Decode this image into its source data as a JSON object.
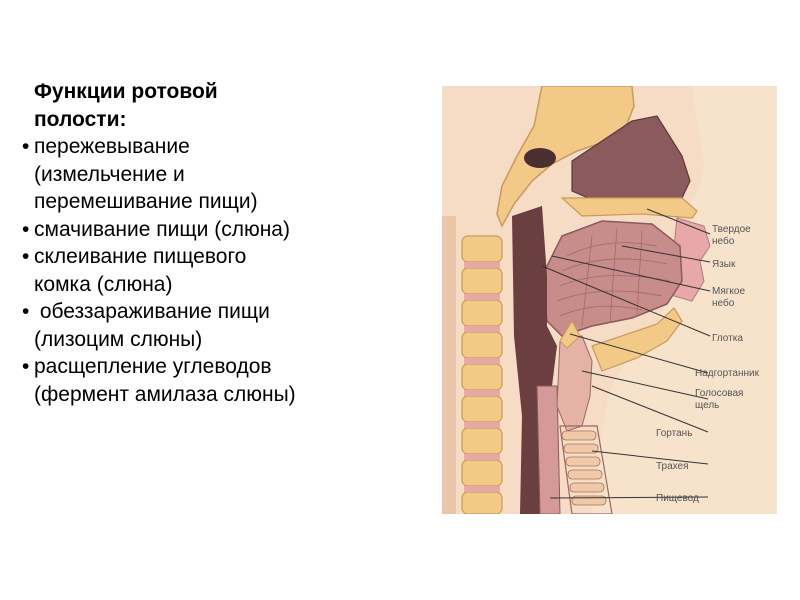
{
  "heading": [
    "Функции ротовой",
    "полости:"
  ],
  "bullets": [
    {
      "lines": [
        "пережевывание",
        "(измельчение и",
        "перемешивание пищи)"
      ]
    },
    {
      "lines": [
        "смачивание пищи (слюна)"
      ]
    },
    {
      "lines": [
        "склеивание пищевого",
        "комка (слюна)"
      ]
    },
    {
      "lines": [
        " обеззараживание пищи",
        "(лизоцим слюны)"
      ]
    },
    {
      "lines": [
        "расщепление углеводов",
        "(фермент амилаза слюны)"
      ]
    }
  ],
  "bullet_symbol": "•",
  "diagram_labels": {
    "hard_palate": [
      "Твердое",
      "небо"
    ],
    "tongue": "Язык",
    "soft_palate": [
      "Мягкое",
      "небо"
    ],
    "pharynx": "Глотка",
    "epiglottis": "Надгортанник",
    "glottis": [
      "Голосовая",
      "щель"
    ],
    "larynx": "Гортань",
    "trachea": "Трахея",
    "esophagus": "Пищевод"
  },
  "colors": {
    "skin": "#f6dcc4",
    "cavity": "#8a5a5c",
    "tongue": "#c88c8a",
    "bone": "#f3c987",
    "label_text": "#555555"
  }
}
